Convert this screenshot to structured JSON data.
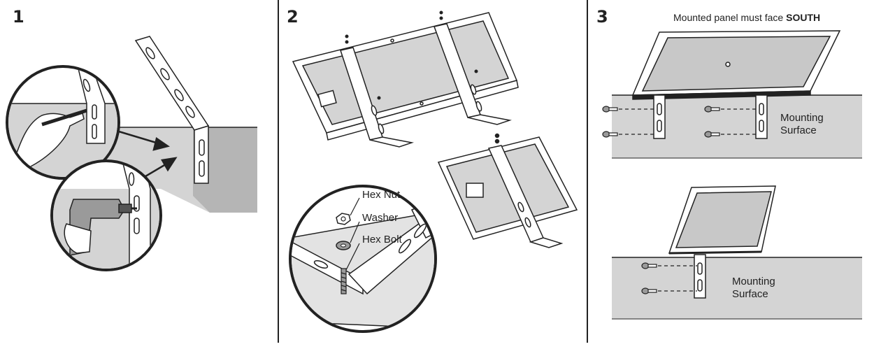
{
  "steps": [
    {
      "number": "1"
    },
    {
      "number": "2"
    },
    {
      "number": "3"
    }
  ],
  "step2": {
    "labels": {
      "hex_nut": "Hex Nut",
      "washer": "Washer",
      "hex_bolt": "Hex Bolt"
    }
  },
  "step3": {
    "caption_prefix": "Mounted panel must face",
    "caption_emphasis": "SOUTH",
    "surface_label_top": "Mounting\nSurface",
    "surface_label_bottom": "Mounting\nSurface"
  },
  "colors": {
    "line": "#222222",
    "wall": "#d4d4d4",
    "wall_shadow": "#b5b5b5",
    "panel_cells": "#c8c8c8"
  }
}
